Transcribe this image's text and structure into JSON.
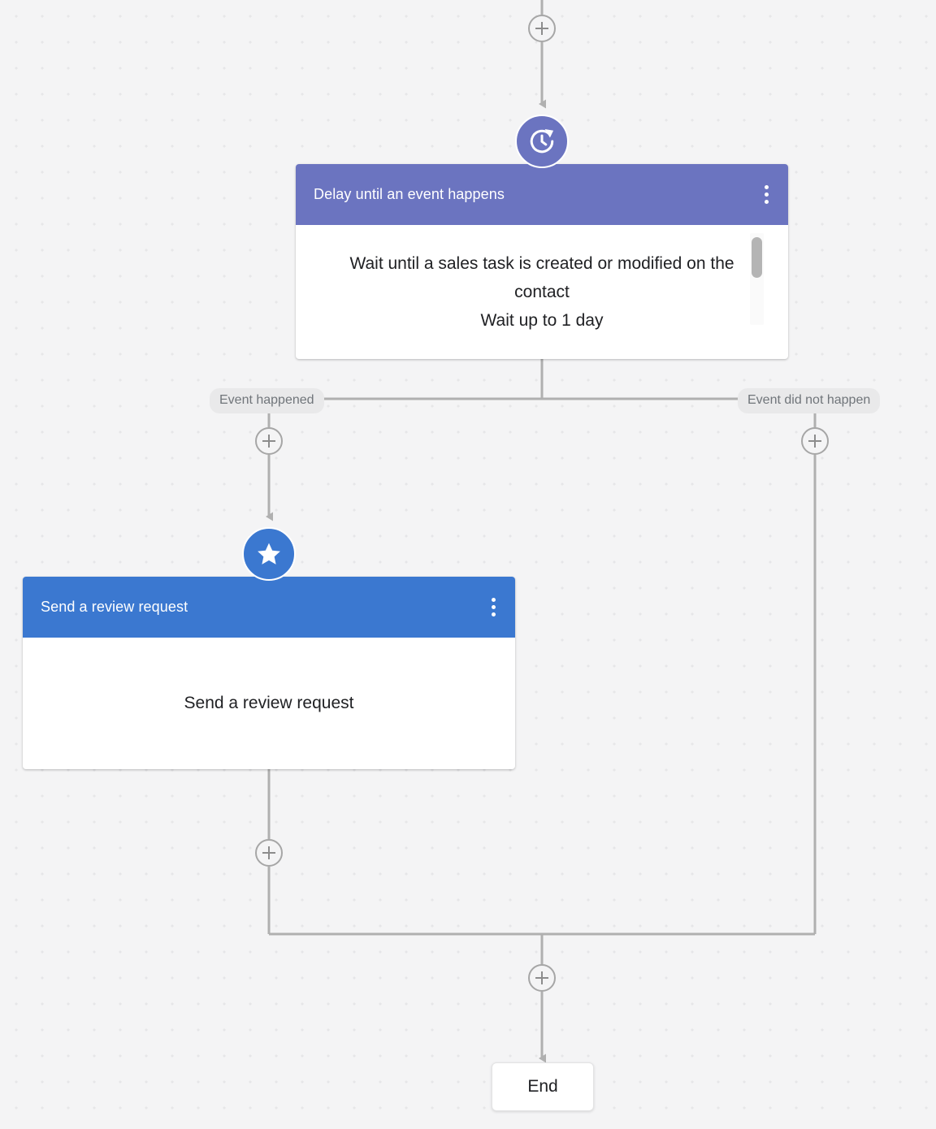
{
  "canvas": {
    "background_color": "#f4f4f5",
    "dot_color": "#e6e6e8"
  },
  "nodes": [
    {
      "id": "delay",
      "icon": "history-clock-icon",
      "accent_color": "#6b74c0",
      "title": "Delay until an event happens",
      "body_lines": [
        "Wait until a sales task is created or modified on the contact",
        "Wait up to 1 day"
      ],
      "menu": "kebab-menu"
    },
    {
      "id": "review",
      "icon": "star-icon",
      "accent_color": "#3b78d0",
      "title": "Send a review request",
      "body_lines": [
        "Send a review request"
      ],
      "menu": "kebab-menu"
    }
  ],
  "branch_labels": {
    "left": "Event happened",
    "right": "Event did not happen"
  },
  "add_buttons": [
    {
      "id": "add-top",
      "label": "+"
    },
    {
      "id": "add-left-branch",
      "label": "+"
    },
    {
      "id": "add-right-branch",
      "label": "+"
    },
    {
      "id": "add-after-review",
      "label": "+"
    },
    {
      "id": "add-before-end",
      "label": "+"
    }
  ],
  "end_node": {
    "label": "End"
  }
}
